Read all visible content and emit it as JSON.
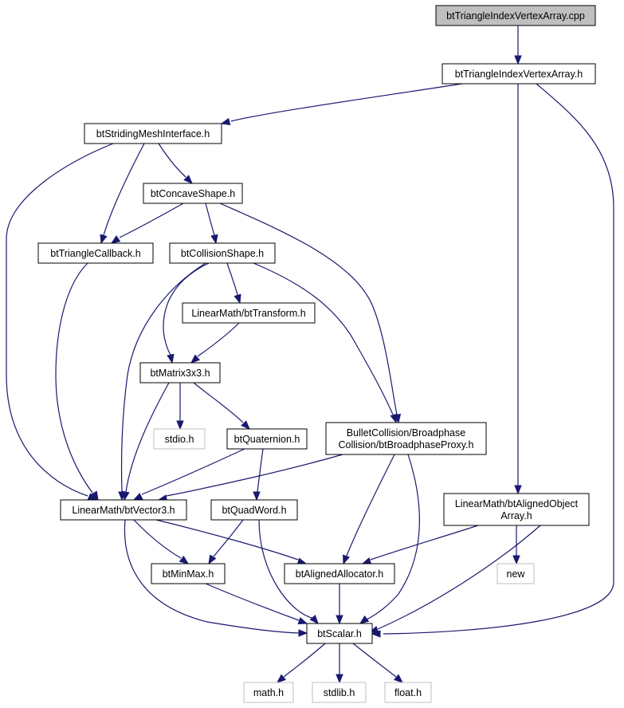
{
  "colors": {
    "edge": "#191970",
    "node_border": "#000000",
    "external_border": "#bfbfbf",
    "root_fill": "#bfbfbf"
  },
  "nodes": {
    "cpp": {
      "lines": [
        "btTriangleIndexVertexArray.cpp"
      ],
      "kind": "root"
    },
    "tivah": {
      "lines": [
        "btTriangleIndexVertexArray.h"
      ],
      "kind": "header"
    },
    "smi": {
      "lines": [
        "btStridingMeshInterface.h"
      ],
      "kind": "header"
    },
    "concave": {
      "lines": [
        "btConcaveShape.h"
      ],
      "kind": "header"
    },
    "tricb": {
      "lines": [
        "btTriangleCallback.h"
      ],
      "kind": "header"
    },
    "collshape": {
      "lines": [
        "btCollisionShape.h"
      ],
      "kind": "header"
    },
    "transform": {
      "lines": [
        "LinearMath/btTransform.h"
      ],
      "kind": "header"
    },
    "matrix": {
      "lines": [
        "btMatrix3x3.h"
      ],
      "kind": "header"
    },
    "stdio": {
      "lines": [
        "stdio.h"
      ],
      "kind": "external"
    },
    "quat": {
      "lines": [
        "btQuaternion.h"
      ],
      "kind": "header"
    },
    "bproxy": {
      "lines": [
        "BulletCollision/Broadphase",
        "Collision/btBroadphaseProxy.h"
      ],
      "kind": "header"
    },
    "aoa": {
      "lines": [
        "LinearMath/btAlignedObject",
        "Array.h"
      ],
      "kind": "header"
    },
    "vector": {
      "lines": [
        "LinearMath/btVector3.h"
      ],
      "kind": "header"
    },
    "quadword": {
      "lines": [
        "btQuadWord.h"
      ],
      "kind": "header"
    },
    "minmax": {
      "lines": [
        "btMinMax.h"
      ],
      "kind": "header"
    },
    "alloc": {
      "lines": [
        "btAlignedAllocator.h"
      ],
      "kind": "header"
    },
    "new": {
      "lines": [
        "new"
      ],
      "kind": "external"
    },
    "scalar": {
      "lines": [
        "btScalar.h"
      ],
      "kind": "header"
    },
    "math": {
      "lines": [
        "math.h"
      ],
      "kind": "external"
    },
    "stdlib": {
      "lines": [
        "stdlib.h"
      ],
      "kind": "external"
    },
    "float": {
      "lines": [
        "float.h"
      ],
      "kind": "external"
    }
  }
}
